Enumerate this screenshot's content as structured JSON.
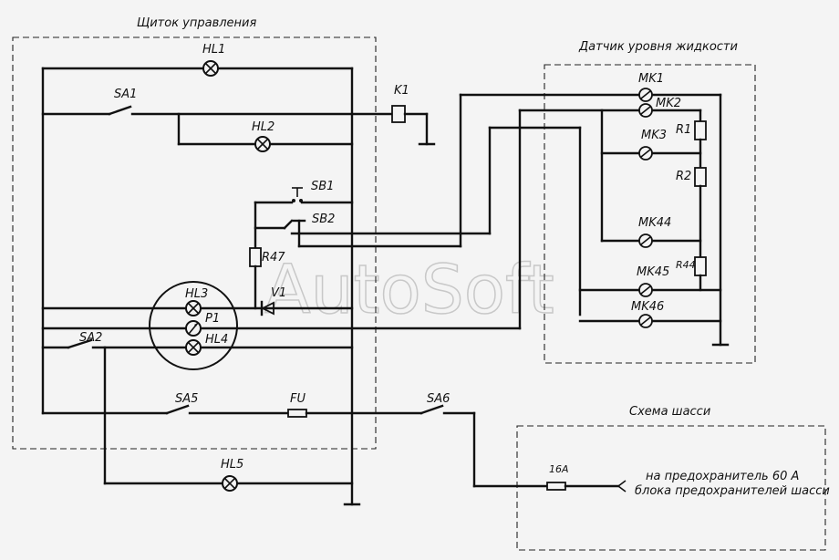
{
  "watermark": "AutoSoft",
  "blocks": {
    "panel": "Щиток управления",
    "sensor": "Датчик уровня жидкости",
    "chassis": "Схема шасси"
  },
  "labels": {
    "hl1": "HL1",
    "hl2": "HL2",
    "hl3": "HL3",
    "hl4": "HL4",
    "hl5": "HL5",
    "sa1": "SA1",
    "sa2": "SA2",
    "sa5": "SA5",
    "sa6": "SA6",
    "sb1": "SB1",
    "sb2": "SB2",
    "k1": "K1",
    "r47": "R47",
    "v1": "V1",
    "p1": "P1",
    "fu": "FU",
    "mk1": "MK1",
    "mk2": "MK2",
    "mk3": "MK3",
    "mk44": "MK44",
    "mk45": "MK45",
    "mk46": "MK46",
    "r1": "R1",
    "r2": "R2",
    "r44": "R44",
    "fuse16": "16A"
  },
  "note": {
    "line1": "на предохранитель 60 А",
    "line2": "блока предохранителей шасси"
  }
}
